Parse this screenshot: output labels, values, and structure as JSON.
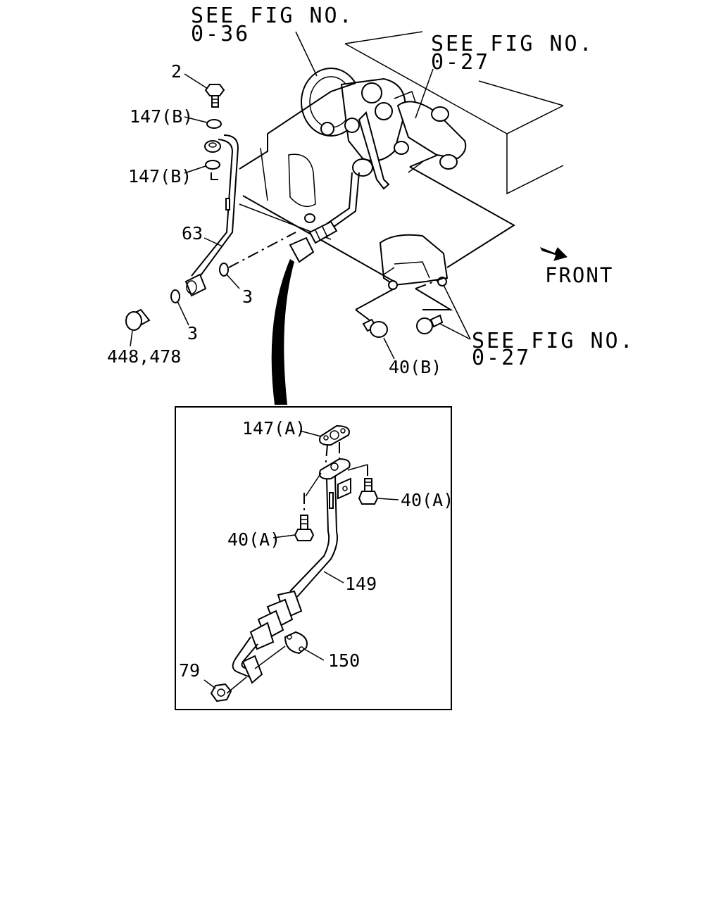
{
  "references": {
    "fig_036_top": {
      "line1": "SEE FIG NO.",
      "line2": "0-36"
    },
    "fig_027_top": {
      "line1": "SEE FIG NO.",
      "line2": "0-27"
    },
    "fig_027_right": {
      "line1": "SEE FIG NO.",
      "line2": "0-27"
    }
  },
  "front_label": "FRONT",
  "parts": {
    "p2": "2",
    "p147b_upper": "147(B)",
    "p147b_lower": "147(B)",
    "p63": "63",
    "p3_right": "3",
    "p3_lower": "3",
    "p448_478": "448,478",
    "p40b": "40(B)",
    "p147a": "147(A)",
    "p40a_right": "40(A)",
    "p40a_left": "40(A)",
    "p149": "149",
    "p150": "150",
    "p79": "79"
  }
}
